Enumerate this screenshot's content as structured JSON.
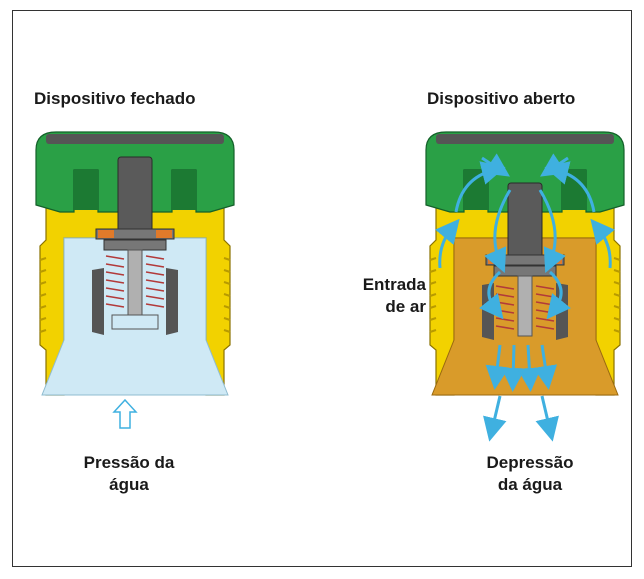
{
  "left_device": {
    "title": "Dispositivo fechado",
    "caption_line1": "Pressão da",
    "caption_line2": "água"
  },
  "right_device": {
    "title": "Dispositivo aberto",
    "side_label_line1": "Entrada",
    "side_label_line2": "de ar",
    "caption_line1": "Depressão",
    "caption_line2": "da água"
  },
  "colors": {
    "cap_green": "#2aa046",
    "cap_dark_green": "#1c7a33",
    "body_yellow": "#f2d200",
    "body_dark_yellow": "#b89a00",
    "water_light_blue": "#cfe9f5",
    "water_orange": "#d99b2a",
    "arrow_blue": "#3fb0e0",
    "stem_gray": "#5a5a5a",
    "seal_orange": "#e07a2a",
    "spring_red": "#b23a3a"
  }
}
